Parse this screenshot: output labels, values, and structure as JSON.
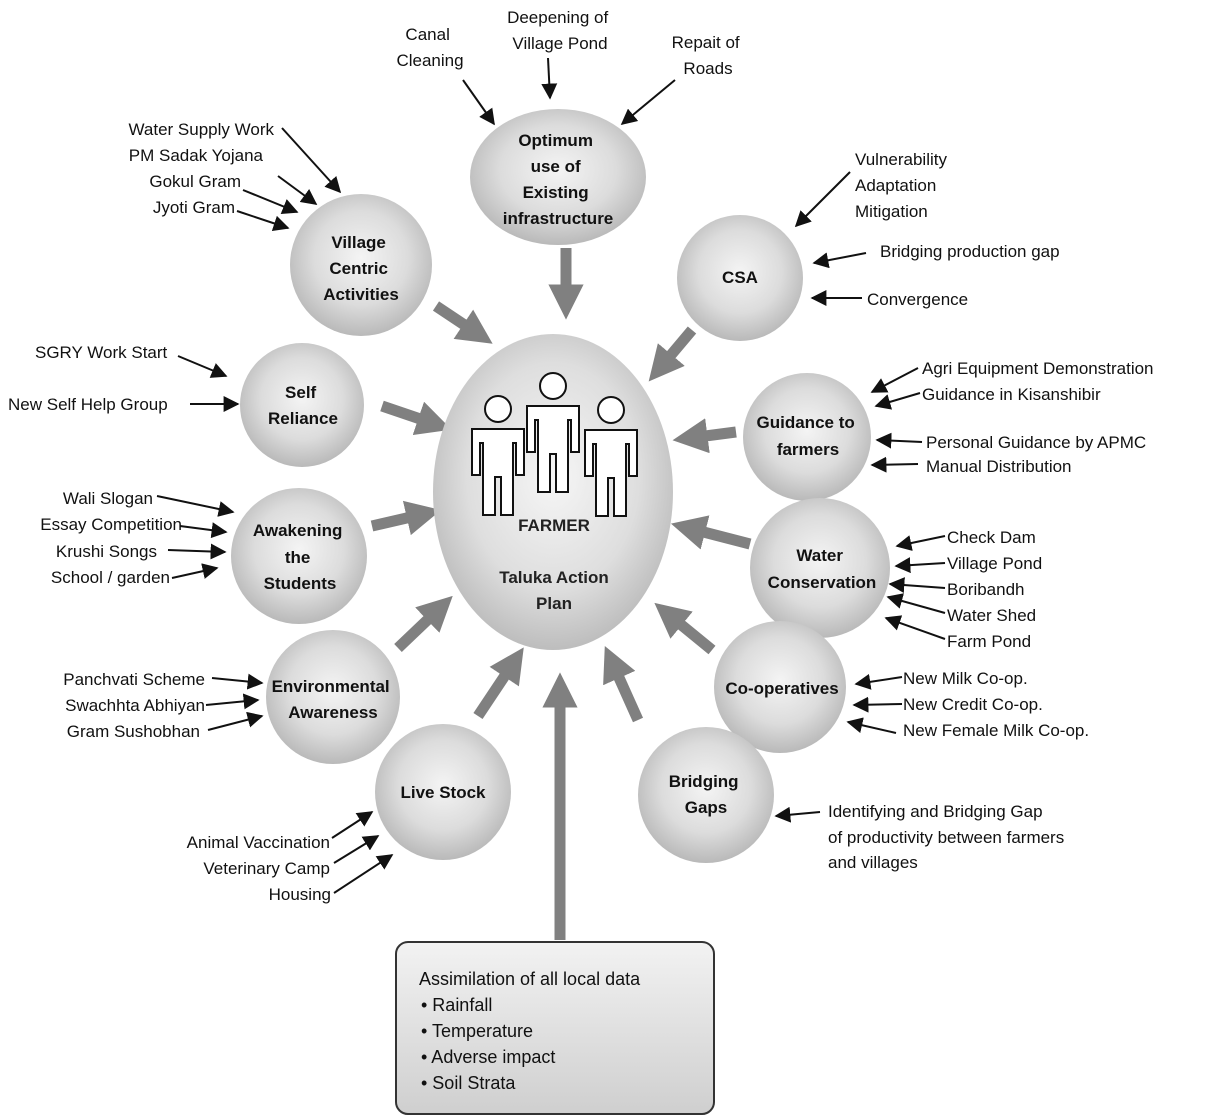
{
  "center": {
    "line1": "FARMER",
    "line2": "Taluka Action",
    "line3": "Plan"
  },
  "nodes": {
    "optimum": {
      "lines": [
        "Optimum",
        "use of",
        "Existing",
        "infrastructure"
      ],
      "inputs": [
        "Canal Cleaning",
        "Deepening of Village Pond",
        "Repait of Roads"
      ]
    },
    "village": {
      "lines": [
        "Village",
        "Centric",
        "Activities"
      ],
      "inputs": [
        "Water Supply Work",
        "PM Sadak Yojana",
        "Gokul Gram",
        "Jyoti Gram"
      ]
    },
    "csa": {
      "lines": [
        "CSA"
      ],
      "inputs": [
        "Vulnerability",
        "Adaptation",
        "Mitigation",
        "Bridging production gap",
        "Convergence"
      ]
    },
    "self_reliance": {
      "lines": [
        "Self",
        "Reliance"
      ],
      "inputs": [
        "SGRY Work Start",
        "New Self Help Group"
      ]
    },
    "guidance": {
      "lines": [
        "Guidance to",
        "farmers"
      ],
      "inputs": [
        "Agri Equipment Demonstration",
        "Guidance in Kisanshibir",
        "Personal Guidance by APMC",
        "Manual Distribution"
      ]
    },
    "students": {
      "lines": [
        "Awakening",
        "the",
        "Students"
      ],
      "inputs": [
        "Wali Slogan",
        "Essay Competition",
        "Krushi Songs",
        "School / garden"
      ]
    },
    "water": {
      "lines": [
        "Water",
        "Conservation"
      ],
      "inputs": [
        "Check Dam",
        "Village Pond",
        "Boribandh",
        "Water Shed",
        "Farm Pond"
      ]
    },
    "env": {
      "lines": [
        "Environmental",
        "Awareness"
      ],
      "inputs": [
        "Panchvati Scheme",
        "Swachhta Abhiyan",
        "Gram Sushobhan"
      ]
    },
    "coop": {
      "lines": [
        "Co-operatives"
      ],
      "inputs": [
        "New Milk Co-op.",
        "New Credit Co-op.",
        "New Female Milk Co-op."
      ]
    },
    "livestock": {
      "lines": [
        "Live Stock"
      ],
      "inputs": [
        "Animal Vaccination",
        "Veterinary Camp",
        "Housing"
      ]
    },
    "gaps": {
      "lines": [
        "Bridging",
        "Gaps"
      ],
      "inputs": [
        "Identifying and Bridging Gap",
        "of productivity between farmers",
        "and villages"
      ]
    }
  },
  "data_box": {
    "title": "Assimilation of all local data",
    "items": [
      "• Rainfall",
      "• Temperature",
      "• Adverse impact",
      "• Soil Strata"
    ]
  }
}
